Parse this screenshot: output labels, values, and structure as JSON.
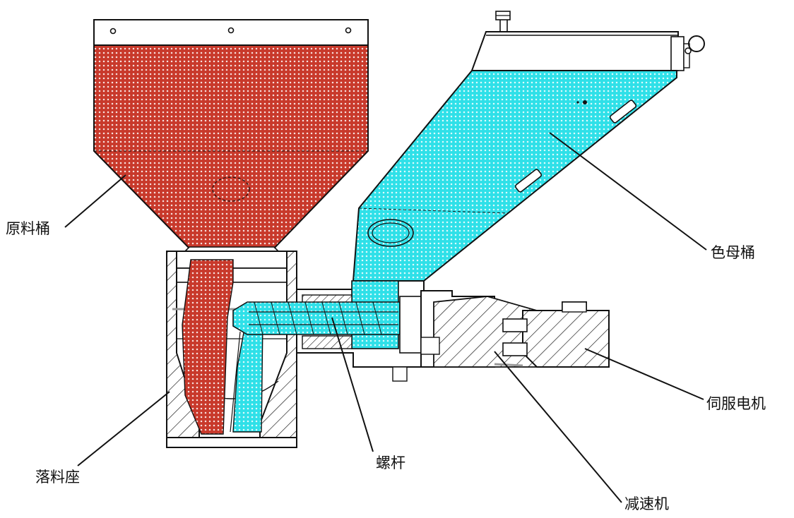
{
  "labels": {
    "raw_hopper": "原料桶",
    "masterbatch_hopper": "色母桶",
    "servo_motor": "伺服电机",
    "screw": "螺杆",
    "feed_base": "落料座",
    "reducer": "减速机"
  },
  "colors": {
    "raw_material": "#c8392b",
    "masterbatch": "#2fe0e8",
    "outline": "#111111",
    "label_text": "#111111"
  }
}
